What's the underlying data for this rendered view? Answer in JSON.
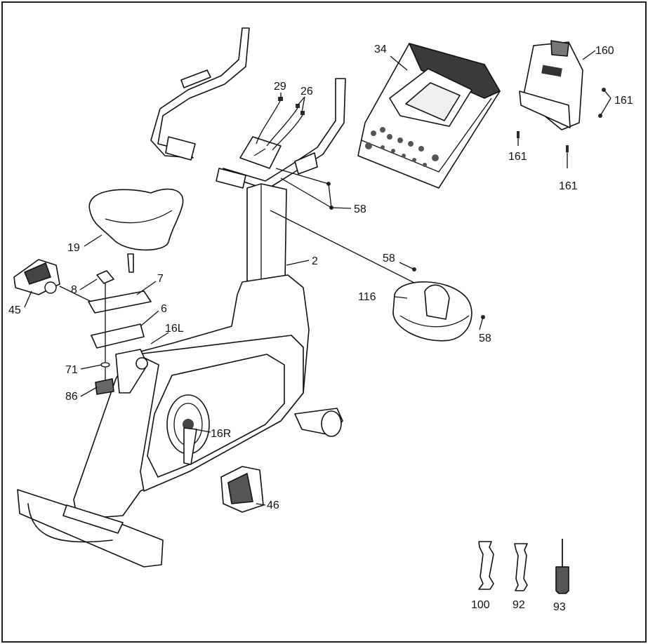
{
  "diagram": {
    "labels": {
      "p34": "34",
      "p160": "160",
      "p161a": "161",
      "p161b": "161",
      "p161c": "161",
      "p29": "29",
      "p26": "26",
      "p58a": "58",
      "p58b": "58",
      "p58c": "58",
      "p19": "19",
      "p2": "2",
      "p116": "116",
      "p8": "8",
      "p7": "7",
      "p45": "45",
      "p6": "6",
      "p16L": "16L",
      "p71": "71",
      "p86": "86",
      "p16R": "16R",
      "p46": "46",
      "p100": "100",
      "p92": "92",
      "p93": "93"
    }
  }
}
